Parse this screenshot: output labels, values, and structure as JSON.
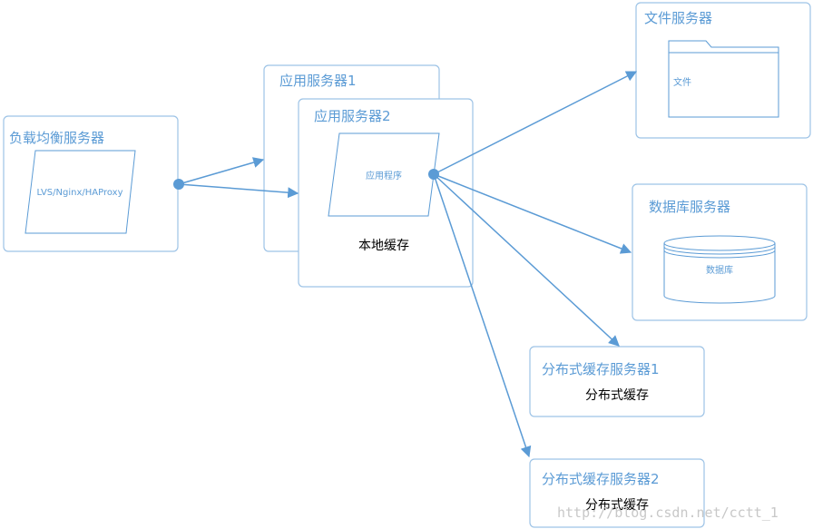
{
  "nodes": {
    "load_balancer": {
      "title": "负载均衡服务器",
      "inner": "LVS/Nginx/HAProxy"
    },
    "app_server_1": {
      "title": "应用服务器1"
    },
    "app_server_2": {
      "title": "应用服务器2",
      "inner": "应用程序",
      "footer": "本地缓存"
    },
    "file_server": {
      "title": "文件服务器",
      "inner": "文件"
    },
    "db_server": {
      "title": "数据库服务器",
      "inner": "数据库"
    },
    "dist_cache_1": {
      "title": "分布式缓存服务器1",
      "inner": "分布式缓存"
    },
    "dist_cache_2": {
      "title": "分布式缓存服务器2",
      "inner": "分布式缓存"
    }
  },
  "edges": [
    {
      "from": "load_balancer",
      "to": "app_server_1"
    },
    {
      "from": "load_balancer",
      "to": "app_server_2"
    },
    {
      "from": "app_server_2",
      "to": "file_server"
    },
    {
      "from": "app_server_2",
      "to": "db_server"
    },
    {
      "from": "app_server_2",
      "to": "dist_cache_1"
    },
    {
      "from": "app_server_2",
      "to": "dist_cache_2"
    }
  ],
  "watermark": "http://blog.csdn.net/cctt_1",
  "colors": {
    "stroke": "#5b9bd5",
    "box_border": "#9dc3e6",
    "text": "#5b9bd5"
  }
}
